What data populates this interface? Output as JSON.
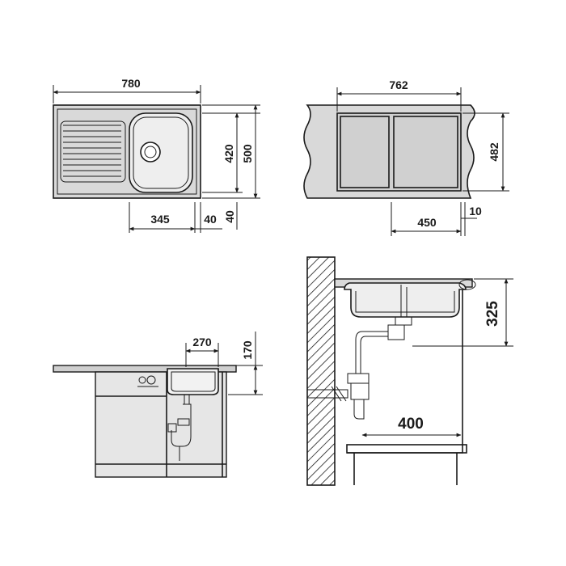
{
  "dimensions": {
    "top_view": {
      "width": "780",
      "depth_outer": "500",
      "depth_inner": "420",
      "bowl_offset": "345",
      "edge_offset": "40",
      "edge_offset_vertical": "40"
    },
    "cutout_view": {
      "width": "762",
      "depth": "482",
      "offset": "450",
      "edge": "10"
    },
    "front_view": {
      "bowl_width": "270",
      "bowl_depth": "170"
    },
    "side_view": {
      "bowl_depth": "325",
      "cabinet_width": "400"
    }
  }
}
